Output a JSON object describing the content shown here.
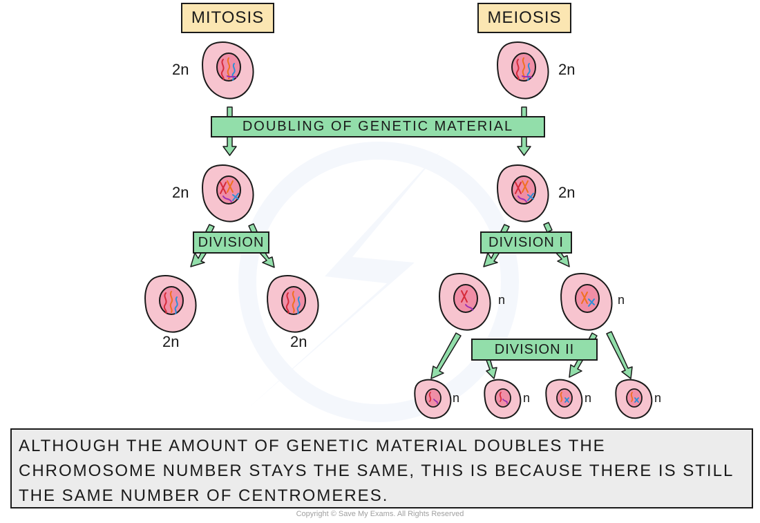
{
  "titles": {
    "mitosis": "MITOSIS",
    "meiosis": "MEIOSIS"
  },
  "steps": {
    "doubling": "DOUBLING OF GENETIC MATERIAL",
    "division": "DIVISION",
    "division_1": "DIVISION I",
    "division_2": "DIVISION II"
  },
  "ploidy": {
    "diploid": "2n",
    "haploid": "n"
  },
  "note": "ALTHOUGH THE AMOUNT OF GENETIC MATERIAL DOUBLES THE CHROMOSOME NUMBER STAYS THE SAME, THIS IS BECAUSE THERE IS STILL THE SAME NUMBER OF CENTROMERES.",
  "copyright": "Copyright © Save My Exams. All Rights Reserved",
  "colors": {
    "title_box": "#fbe6b2",
    "green_box": "#92deaa",
    "cell_fill": "#f7c4cf",
    "nucleus_fill": "#f08ea6",
    "note_box": "#ececec"
  }
}
